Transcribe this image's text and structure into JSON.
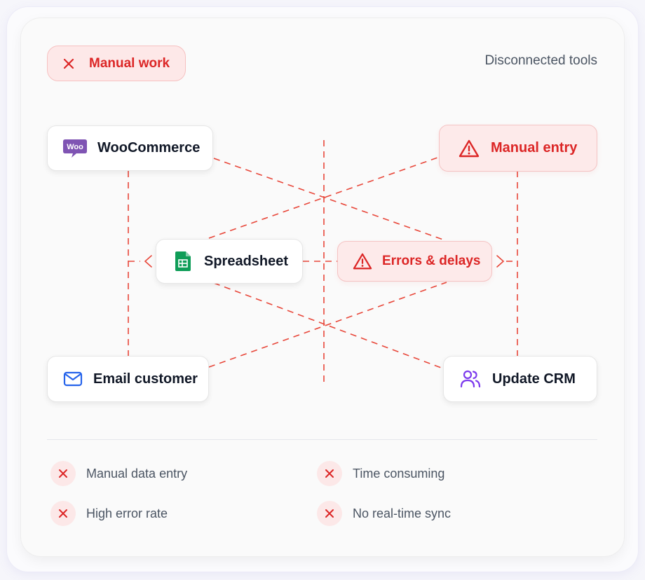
{
  "header": {
    "badge_label": "Manual work",
    "tagline": "Disconnected tools"
  },
  "nodes": {
    "woocommerce": {
      "label": "WooCommerce",
      "logo_text": "Woo"
    },
    "spreadsheet": {
      "label": "Spreadsheet"
    },
    "email": {
      "label": "Email customer"
    },
    "crm": {
      "label": "Update CRM"
    },
    "manual_entry": {
      "label": "Manual entry"
    },
    "errors": {
      "label": "Errors & delays"
    }
  },
  "issues": [
    {
      "label": "Manual data entry"
    },
    {
      "label": "Time consuming"
    },
    {
      "label": "High error rate"
    },
    {
      "label": "No real-time sync"
    }
  ],
  "icons": {
    "badge": "close-icon",
    "woocommerce": "woocommerce-logo-icon",
    "spreadsheet": "google-sheets-icon",
    "email": "envelope-icon",
    "crm": "users-icon",
    "warning": "warning-triangle-icon",
    "issue": "close-icon"
  },
  "colors": {
    "accent_red": "#dc2626",
    "connector": "#e8473a",
    "woo_purple": "#7f54b3",
    "sheets_green": "#0f9d58",
    "email_blue": "#2563eb",
    "crm_purple": "#7c3aed"
  }
}
